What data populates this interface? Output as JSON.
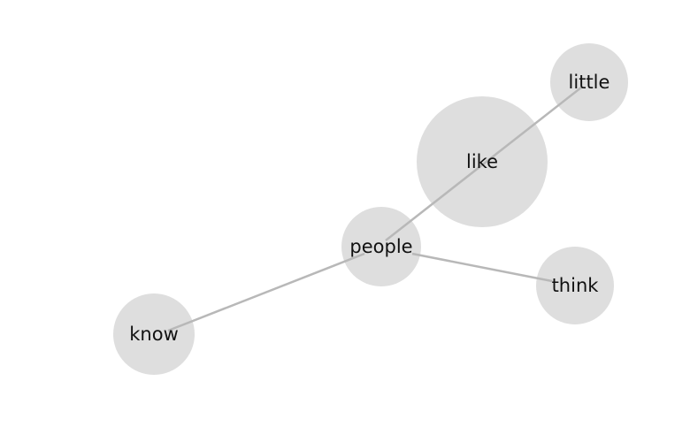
{
  "graph": {
    "type": "word-network",
    "nodes": [
      {
        "id": "little",
        "label": "little"
      },
      {
        "id": "like",
        "label": "like"
      },
      {
        "id": "people",
        "label": "people"
      },
      {
        "id": "think",
        "label": "think"
      },
      {
        "id": "know",
        "label": "know"
      }
    ],
    "edges": [
      {
        "source": "little",
        "target": "people"
      },
      {
        "source": "people",
        "target": "think"
      },
      {
        "source": "people",
        "target": "know"
      }
    ],
    "colors": {
      "node_fill": "#dedede",
      "edge": "#b8b8b8",
      "label": "#111111",
      "background": "#ffffff"
    }
  }
}
